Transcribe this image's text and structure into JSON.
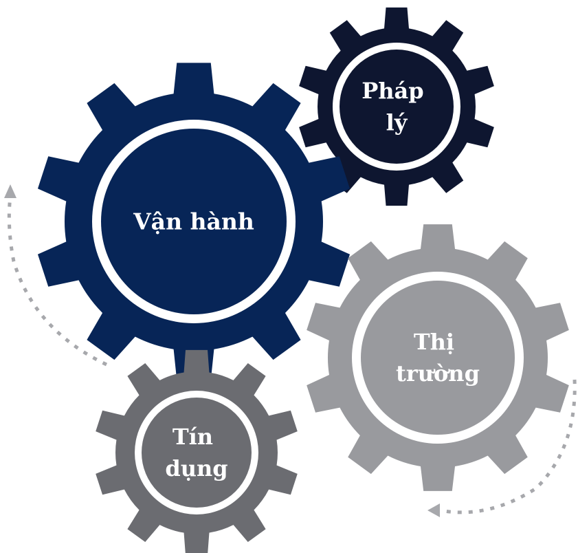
{
  "gears": [
    {
      "id": "van-hanh",
      "lines": [
        "Vận hành"
      ],
      "color": "#072557"
    },
    {
      "id": "phap-ly",
      "lines": [
        "Pháp",
        "lý"
      ],
      "color": "#0e1630"
    },
    {
      "id": "thi-truong",
      "lines": [
        "Thị",
        "trường"
      ],
      "color": "#999a9e"
    },
    {
      "id": "tin-dung",
      "lines": [
        "Tín",
        "dụng"
      ],
      "color": "#6b6c71"
    }
  ],
  "colors": {
    "ring": "#ffffff",
    "dotted_arrow": "#a7a8ac",
    "background": "#ffffff"
  }
}
